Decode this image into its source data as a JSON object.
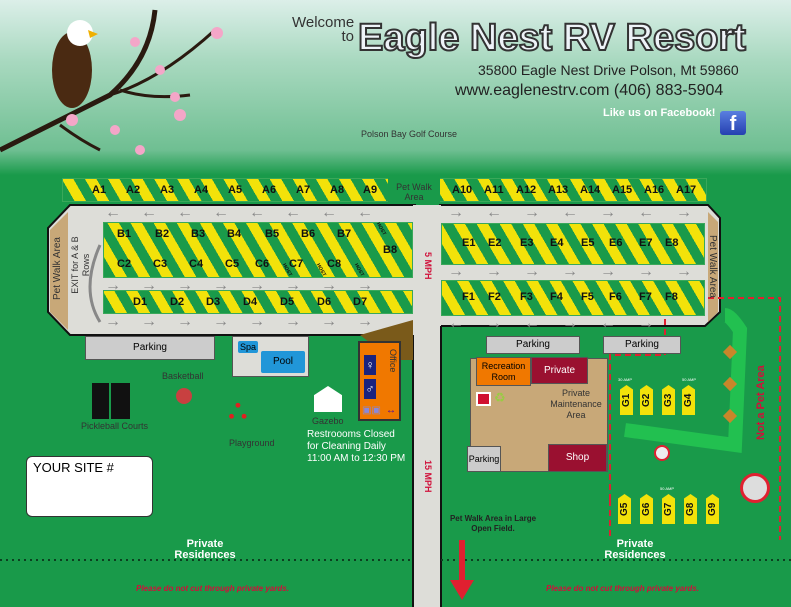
{
  "header": {
    "welcome": "Welcome to",
    "title": "Eagle Nest RV Resort",
    "address": "35800 Eagle Nest Drive  Polson, Mt 59860",
    "web_phone": "www.eaglenestrv.com (406) 883-5904",
    "facebook": "Like us on Facebook!",
    "facebook_icon": "f"
  },
  "landmarks": {
    "golf": "Polson Bay Golf Course",
    "pet_walk_top": "Pet Walk Area",
    "pet_walk_left": "Pet Walk Area",
    "exit": "EXIT for A & B Rows",
    "pet_walk_right": "Pet Walk Area",
    "speed_5": "5 MPH",
    "speed_15": "15 MPH"
  },
  "sites": {
    "A": [
      "A1",
      "A2",
      "A3",
      "A4",
      "A5",
      "A6",
      "A7",
      "A8",
      "A9",
      "A10",
      "A11",
      "A12",
      "A13",
      "A14",
      "A15",
      "A16",
      "A17"
    ],
    "B": [
      "B1",
      "B2",
      "B3",
      "B4",
      "B5",
      "B6",
      "B7",
      "B8"
    ],
    "C": [
      "C2",
      "C3",
      "C4",
      "C5",
      "C6",
      "C7",
      "C8"
    ],
    "D": [
      "D1",
      "D2",
      "D3",
      "D4",
      "D5",
      "D6",
      "D7"
    ],
    "E": [
      "E1",
      "E2",
      "E3",
      "E4",
      "E5",
      "E6",
      "E7",
      "E8"
    ],
    "F": [
      "F1",
      "F2",
      "F3",
      "F4",
      "F5",
      "F6",
      "F7",
      "F8"
    ],
    "G": [
      "G1",
      "G2",
      "G3",
      "G4",
      "G5",
      "G6",
      "G7",
      "G8",
      "G9"
    ],
    "host": "HOST"
  },
  "amenities": {
    "parking": "Parking",
    "spa": "Spa",
    "pool": "Pool",
    "basketball": "Basketball",
    "pickleball": "Pickleball Courts",
    "playground": "Playground",
    "gazebo": "Gazebo",
    "office": "Office",
    "notice": [
      "Restroooms Closed",
      "for Cleaning Daily",
      "11:00 AM to 12:30 PM"
    ],
    "recreation": "Recreation Room",
    "private": "Private",
    "maintenance": "Private Maintenance Area",
    "shop": "Shop",
    "amp30": "30 AMP",
    "amp50": "50 AMP",
    "not_pet": "Not a Pet Area",
    "pet_field": "Pet Walk Area in Large Open Field.",
    "residences": "Private Residences",
    "no_cut": "Please do not cut through private yards.",
    "your_site": "YOUR SITE #"
  }
}
